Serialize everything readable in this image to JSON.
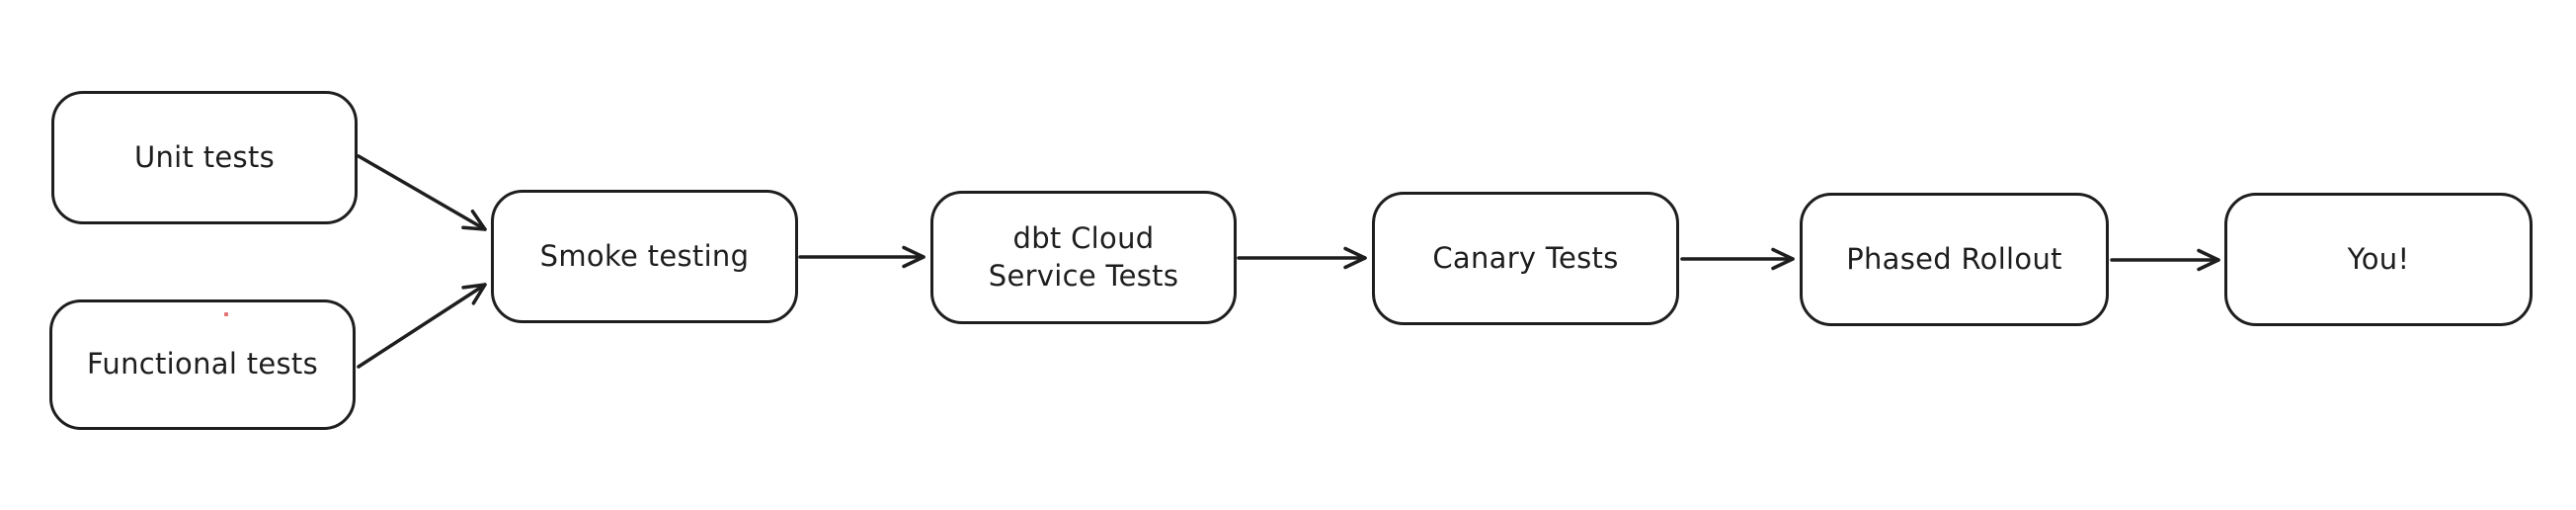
{
  "diagram": {
    "title": "testing-pipeline-flowchart",
    "colors": {
      "background": "#ffffff",
      "stroke": "#1e1e1e",
      "text": "#1e1e1e",
      "artifact_dot": "#e57373"
    },
    "nodes": [
      {
        "id": "unit-tests",
        "label": "Unit tests"
      },
      {
        "id": "functional-tests",
        "label": "Functional tests"
      },
      {
        "id": "smoke-testing",
        "label": "Smoke testing"
      },
      {
        "id": "dbt-cloud-service-tests",
        "label": "dbt Cloud\nService Tests"
      },
      {
        "id": "canary-tests",
        "label": "Canary Tests"
      },
      {
        "id": "phased-rollout",
        "label": "Phased Rollout"
      },
      {
        "id": "you",
        "label": "You!"
      }
    ],
    "edges": [
      {
        "from": "unit-tests",
        "to": "smoke-testing"
      },
      {
        "from": "functional-tests",
        "to": "smoke-testing"
      },
      {
        "from": "smoke-testing",
        "to": "dbt-cloud-service-tests"
      },
      {
        "from": "dbt-cloud-service-tests",
        "to": "canary-tests"
      },
      {
        "from": "canary-tests",
        "to": "phased-rollout"
      },
      {
        "from": "phased-rollout",
        "to": "you"
      }
    ]
  }
}
